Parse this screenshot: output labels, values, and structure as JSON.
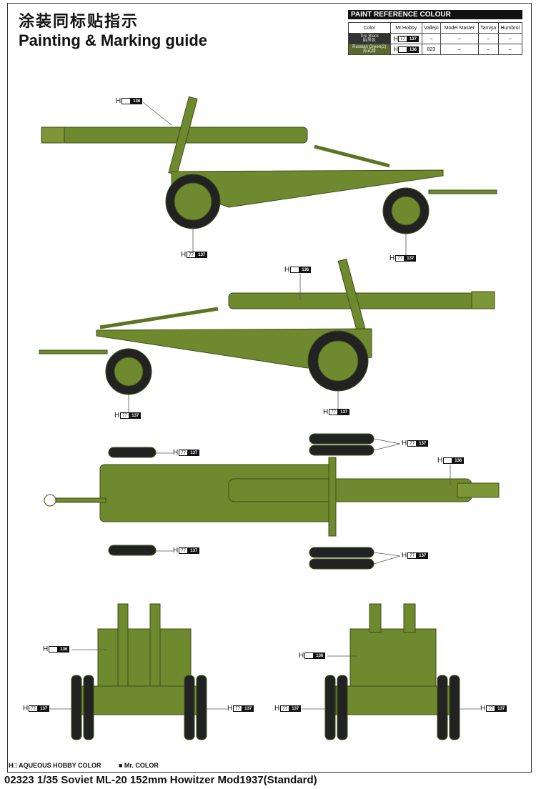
{
  "title_cn": "涂装同标贴指示",
  "title_en": "Painting & Marking guide",
  "paint_table": {
    "heading": "PAINT  REFERENCE COLOUR",
    "columns": [
      "Color",
      "Mr.Hobby",
      "Vallejo",
      "Model Master",
      "Tamiya",
      "Humbrol"
    ],
    "rows": [
      {
        "name": "Tire Black",
        "name_cn": "胎黑色",
        "h": "H",
        "aq": "77",
        "mr": "137",
        "vallejo": "–",
        "model_master": "–",
        "tamiya": "–",
        "humbrol": "–",
        "color": "#333333"
      },
      {
        "name": "Russian Green(2)",
        "name_cn": "苏式绿",
        "h": "H",
        "aq": "",
        "mr": "136",
        "vallejo": "823",
        "model_master": "–",
        "tamiya": "–",
        "humbrol": "–",
        "color": "#5b6a2c"
      }
    ]
  },
  "callouts": [
    {
      "h": "H",
      "aq": "",
      "mr": "136"
    },
    {
      "h": "H",
      "aq": "77",
      "mr": "137"
    },
    {
      "h": "H",
      "aq": "77",
      "mr": "137"
    },
    {
      "h": "H",
      "aq": "",
      "mr": "136"
    },
    {
      "h": "H",
      "aq": "77",
      "mr": "137"
    },
    {
      "h": "H",
      "aq": "77",
      "mr": "137"
    },
    {
      "h": "H",
      "aq": "77",
      "mr": "137"
    },
    {
      "h": "H",
      "aq": "77",
      "mr": "137"
    },
    {
      "h": "H",
      "aq": "77",
      "mr": "137"
    },
    {
      "h": "H",
      "aq": "",
      "mr": "136"
    },
    {
      "h": "H",
      "aq": "77",
      "mr": "137"
    },
    {
      "h": "H",
      "aq": "",
      "mr": "136"
    },
    {
      "h": "H",
      "aq": "77",
      "mr": "137"
    },
    {
      "h": "H",
      "aq": "77",
      "mr": "137"
    },
    {
      "h": "H",
      "aq": "",
      "mr": "136"
    },
    {
      "h": "H",
      "aq": "77",
      "mr": "137"
    },
    {
      "h": "H",
      "aq": "77",
      "mr": "137"
    }
  ],
  "legend": {
    "aqueous": "H□ AQUEOUS HOBBY COLOR",
    "mr": "■ Mr. COLOR"
  },
  "footer": "02323 1/35  Soviet ML-20 152mm Howitzer Mod1937(Standard)",
  "colors": {
    "green": "#6f8a2e",
    "dark_green": "#4c6020",
    "tire": "#222222"
  }
}
